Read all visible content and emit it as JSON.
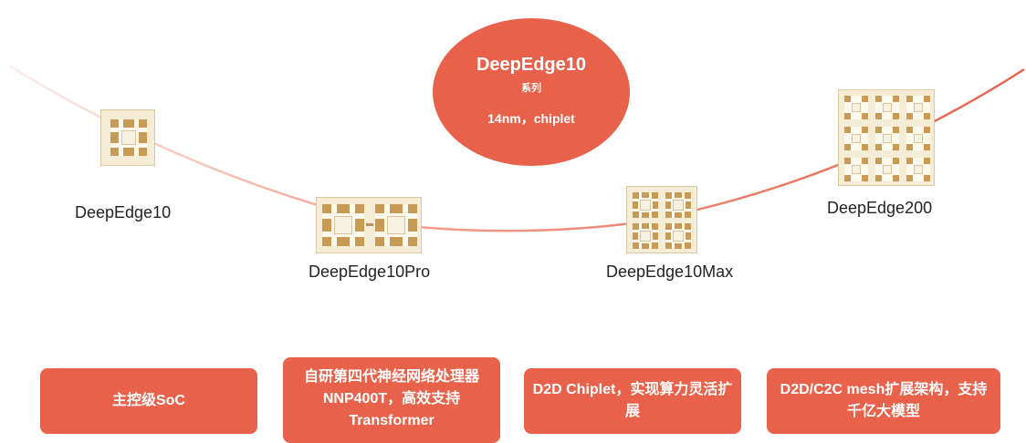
{
  "center": {
    "title": "DeepEdge10",
    "subtitle": "系列",
    "spec": "14nm，chiplet"
  },
  "products": [
    {
      "name": "DeepEdge10"
    },
    {
      "name": "DeepEdge10Pro"
    },
    {
      "name": "DeepEdge10Max"
    },
    {
      "name": "DeepEdge200"
    }
  ],
  "features": [
    {
      "text": "主控级SoC"
    },
    {
      "text": "自研第四代神经网络处理器NNP400T，高效支持Transformer"
    },
    {
      "text": "D2D Chiplet，实现算力灵活扩展"
    },
    {
      "text": "D2D/C2C mesh扩展架构，支持千亿大模型"
    }
  ],
  "colors": {
    "accent": "#e8614a",
    "arc_start": "#fbe5df",
    "arc_end": "#e8614a",
    "chip_pad": "#c79a55"
  }
}
